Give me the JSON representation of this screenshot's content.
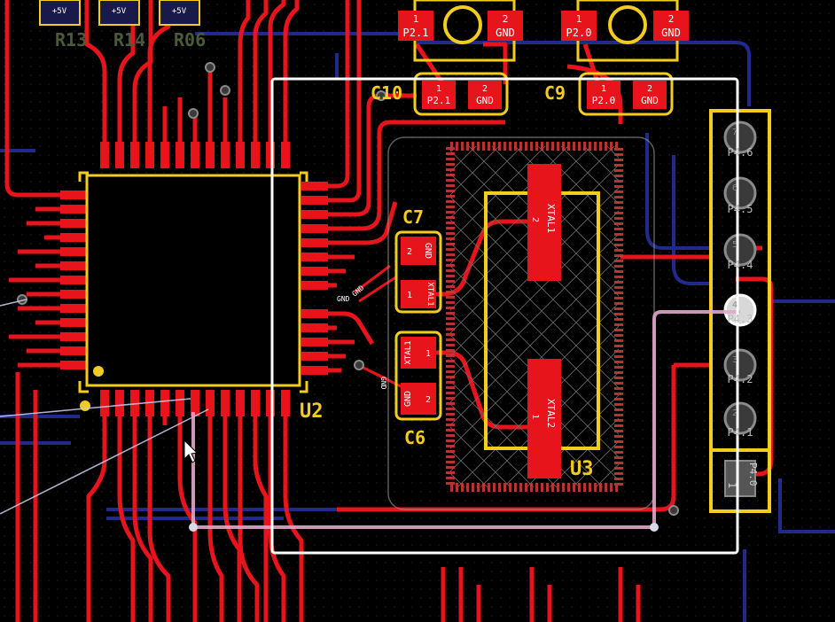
{
  "designators": {
    "c10": "C10",
    "c9": "C9",
    "c7": "C7",
    "c6": "C6",
    "u2": "U2",
    "u3": "U3",
    "r13": "R13",
    "r14": "R14",
    "r06": "R06"
  },
  "pads": {
    "p21": "P2.1",
    "p20": "P2.0",
    "gnd": "GND",
    "pin1": "1",
    "pin2": "2",
    "v5": "+5V",
    "xtal1": "XTAL1",
    "xtal2": "XTAL2"
  },
  "header_pins": [
    "P4.6",
    "P4.5",
    "P4.4",
    "P4.3",
    "P4.2",
    "P4.1",
    "P4.0"
  ],
  "header_numbers": [
    "7",
    "6",
    "5",
    "4",
    "3",
    "2",
    "1"
  ],
  "colors": {
    "background": "#000000",
    "copper_top": "#e8141c",
    "copper_bottom": "#1f2a8a",
    "silkscreen": "#f4cd1c",
    "pad_label": "#ffffff",
    "drill": "#9a9a9a",
    "selection": "#ffffff",
    "ratsnest": "#c8c8e8",
    "keepout": "#9a9a9a"
  }
}
